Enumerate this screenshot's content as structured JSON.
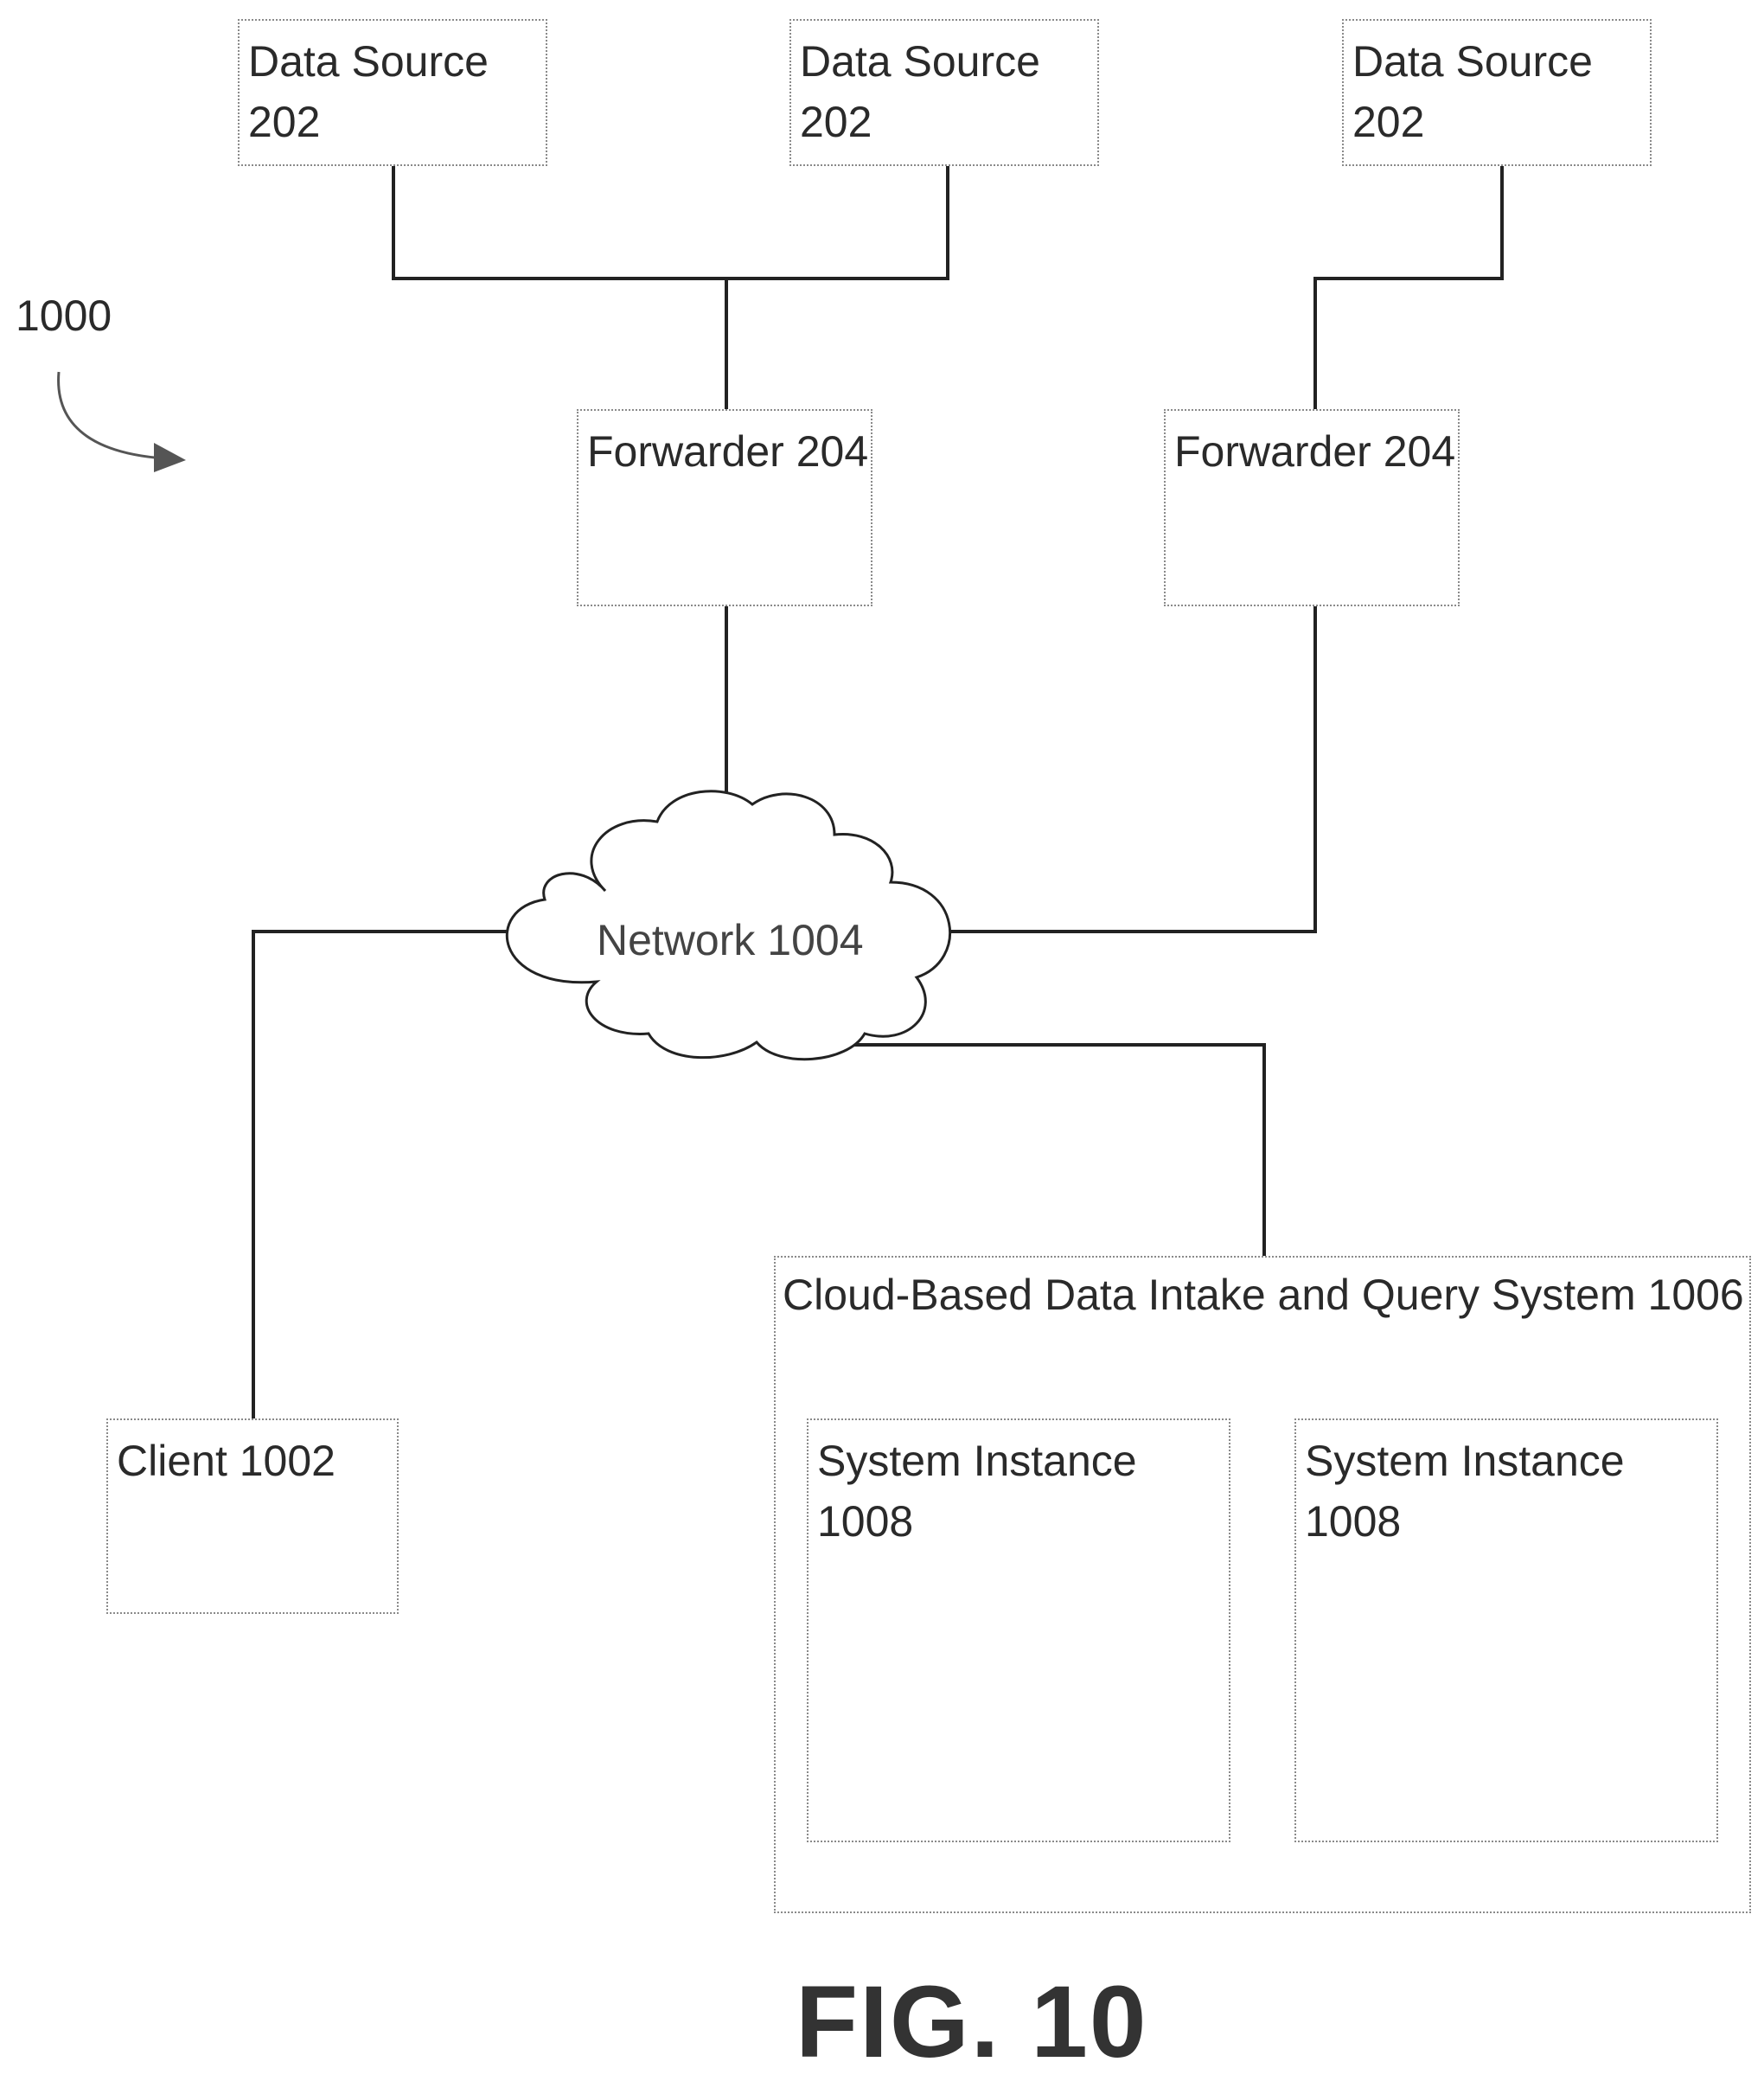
{
  "diagram": {
    "reference_number": "1000",
    "data_sources": [
      {
        "name": "Data Source",
        "ref": "202"
      },
      {
        "name": "Data Source",
        "ref": "202"
      },
      {
        "name": "Data Source",
        "ref": "202"
      }
    ],
    "forwarders": [
      {
        "label": "Forwarder 204"
      },
      {
        "label": "Forwarder 204"
      }
    ],
    "network": {
      "label": "Network 1004"
    },
    "client": {
      "label": "Client 1002"
    },
    "cloud_system": {
      "label": "Cloud-Based Data Intake and Query System 1006"
    },
    "system_instances": [
      {
        "name": "System Instance",
        "ref": "1008"
      },
      {
        "name": "System Instance",
        "ref": "1008"
      }
    ],
    "figure_label": "FIG. 10"
  },
  "colors": {
    "line": "#222222",
    "box_border": "#8a8a8a",
    "text": "#2a2a2a"
  }
}
